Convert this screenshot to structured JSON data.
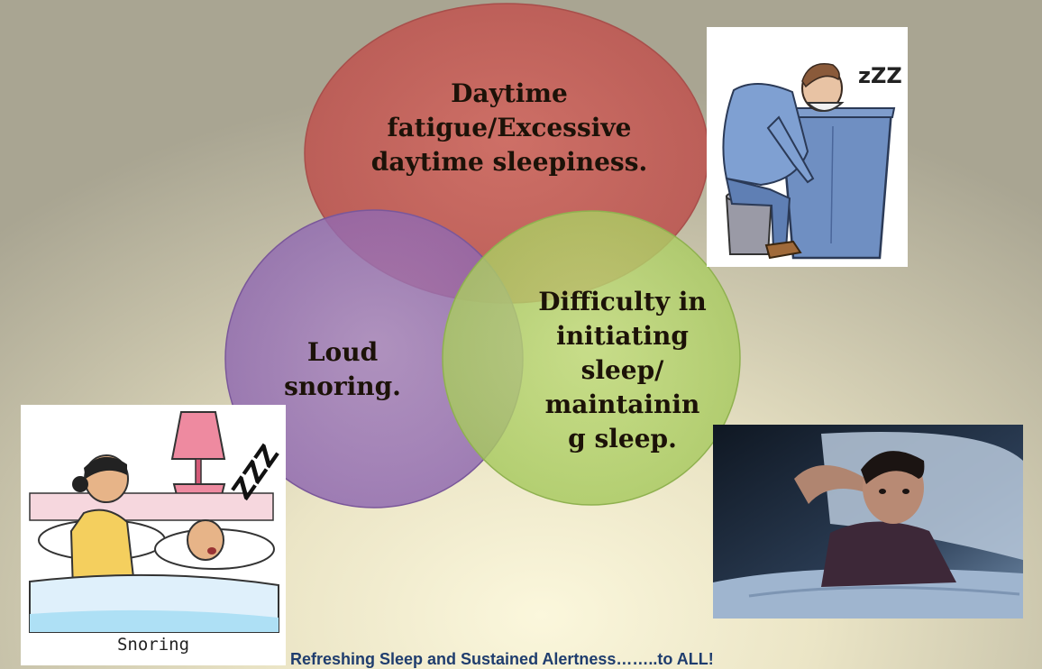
{
  "diagram": {
    "circles": [
      {
        "id": "daytime",
        "label": "Daytime\nfatigue/Excessive\ndaytime sleepiness.",
        "color": "#c8625e"
      },
      {
        "id": "snoring",
        "label": "Loud\nsnoring.",
        "color": "#9a72b8"
      },
      {
        "id": "insomnia",
        "label": "Difficulty in\ninitiating\nsleep/\nmaintainin\ng sleep.",
        "color": "#b5d56a"
      }
    ]
  },
  "pictures": {
    "sleeping_man": {
      "zzz": "zZZ"
    },
    "snoring": {
      "caption": "Snoring",
      "zzz": "ZZZ"
    },
    "insomnia": {}
  },
  "footer": {
    "text": "Refreshing Sleep and Sustained Alertness……..to ALL!"
  }
}
